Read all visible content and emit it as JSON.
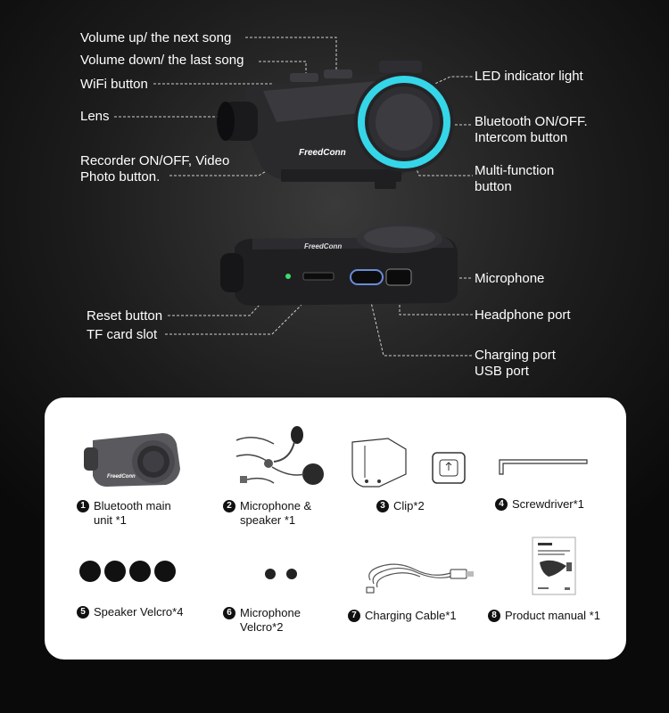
{
  "brand_logo": "FreedConn",
  "callouts": {
    "volume_up": "Volume up/ the next song",
    "volume_down": "Volume down/ the last song",
    "wifi": "WiFi button",
    "lens": "Lens",
    "recorder_line1": "Recorder ON/OFF, Video",
    "recorder_line2": "Photo button.",
    "led": "LED indicator light",
    "bluetooth_line1": "Bluetooth ON/OFF.",
    "bluetooth_line2": "Intercom button",
    "multi_line1": "Multi-function",
    "multi_line2": "button",
    "microphone": "Microphone",
    "reset": "Reset button",
    "tf_card": "TF card slot",
    "headphone": "Headphone port",
    "charging_line1": "Charging port",
    "charging_line2": "USB port"
  },
  "accessories": [
    {
      "number": "1",
      "line1": "Bluetooth main",
      "line2": "unit *1"
    },
    {
      "number": "2",
      "line1": "Microphone &",
      "line2": "speaker *1"
    },
    {
      "number": "3",
      "line1": "Clip*2",
      "line2": ""
    },
    {
      "number": "4",
      "line1": "Screwdriver*1",
      "line2": ""
    },
    {
      "number": "5",
      "line1": "Speaker Velcro*4",
      "line2": ""
    },
    {
      "number": "6",
      "line1": "Microphone",
      "line2": "Velcro*2"
    },
    {
      "number": "7",
      "line1": "Charging Cable*1",
      "line2": ""
    },
    {
      "number": "8",
      "line1": "Product manual *1",
      "line2": ""
    }
  ],
  "colors": {
    "led_ring": "#35d6e8",
    "background": "#1c1c1c",
    "panel": "#ffffff"
  }
}
